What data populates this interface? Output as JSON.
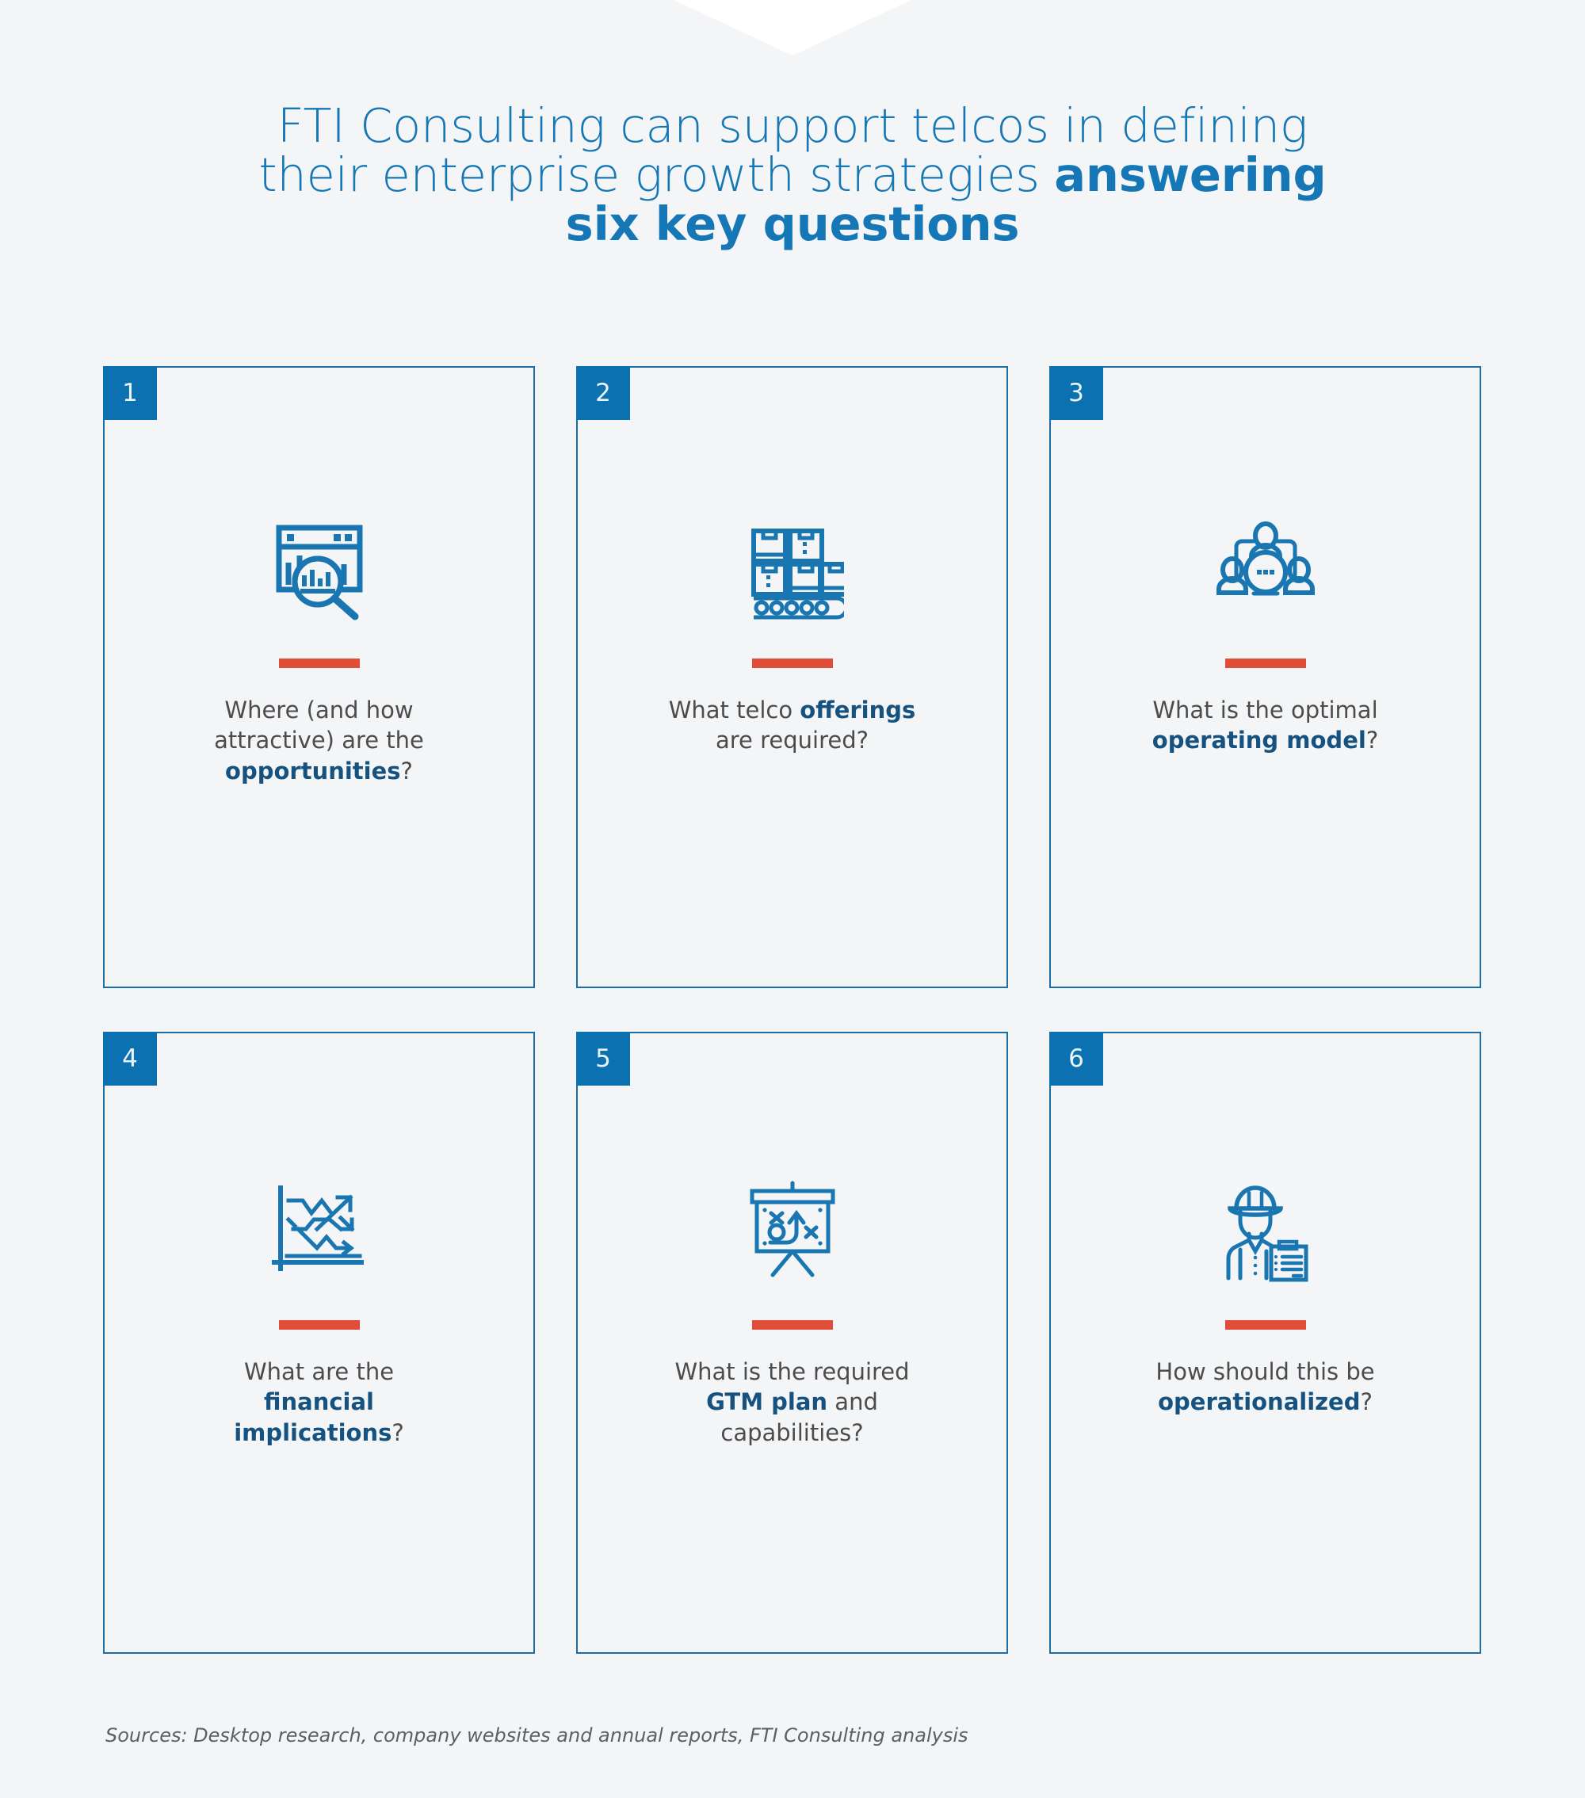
{
  "background_color": "#f3f5f7",
  "colors": {
    "title_blue": "#1577b5",
    "card_border": "#1c6ea4",
    "badge_blue": "#0c71b0",
    "accent_red": "#e04e39",
    "body_text": "#4c4c4c",
    "bold_navy": "#15527f",
    "notch_white": "#ffffff"
  },
  "title": {
    "line1": "FTI Consulting can support telcos in defining",
    "line2_normal": "their enterprise growth strategies ",
    "line2_bold": "answering",
    "line3_bold": "six key questions"
  },
  "cards": [
    {
      "number": "1",
      "icon": "dashboard-magnifier-icon",
      "text_parts": [
        {
          "text": "Where (and how attractive) are the ",
          "bold": false
        },
        {
          "text": "opportunities",
          "bold": true
        },
        {
          "text": "?",
          "bold": false
        }
      ],
      "text_plain": "Where (and how attractive) are the opportunities?"
    },
    {
      "number": "2",
      "icon": "conveyor-boxes-icon",
      "text_parts": [
        {
          "text": "What telco ",
          "bold": false
        },
        {
          "text": "offerings",
          "bold": true
        },
        {
          "text": " are required?",
          "bold": false
        }
      ],
      "text_plain": "What telco offerings are required?"
    },
    {
      "number": "3",
      "icon": "team-network-icon",
      "text_parts": [
        {
          "text": "What is the optimal ",
          "bold": false
        },
        {
          "text": "operating model",
          "bold": true
        },
        {
          "text": "?",
          "bold": false
        }
      ],
      "text_plain": "What is the optimal operating model?"
    },
    {
      "number": "4",
      "icon": "trend-chart-arrows-icon",
      "text_parts": [
        {
          "text": "What are the ",
          "bold": false
        },
        {
          "text": "financial implications",
          "bold": true
        },
        {
          "text": "?",
          "bold": false
        }
      ],
      "text_plain": "What are the financial implications?"
    },
    {
      "number": "5",
      "icon": "strategy-board-icon",
      "text_parts": [
        {
          "text": "What is the required ",
          "bold": false
        },
        {
          "text": "GTM plan",
          "bold": true
        },
        {
          "text": " and capabilities?",
          "bold": false
        }
      ],
      "text_plain": "What is the required GTM plan and capabilities?"
    },
    {
      "number": "6",
      "icon": "worker-clipboard-icon",
      "text_parts": [
        {
          "text": "How should this be ",
          "bold": false
        },
        {
          "text": "operationalized",
          "bold": true
        },
        {
          "text": "?",
          "bold": false
        }
      ],
      "text_plain": "How should this be operationalized?"
    }
  ],
  "sources": "Sources: Desktop research, company websites and annual reports, FTI Consulting analysis"
}
